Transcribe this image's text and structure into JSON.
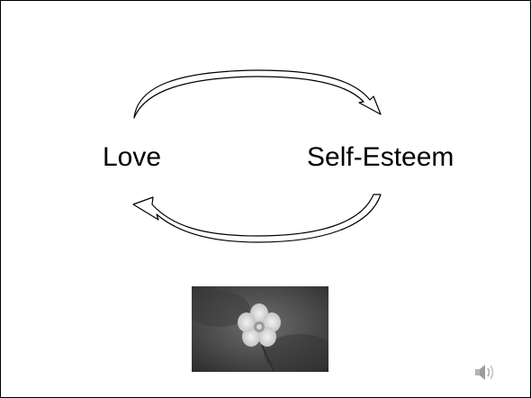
{
  "slide": {
    "left_label": "Love",
    "right_label": "Self-Esteem"
  },
  "image": {
    "subject": "flower-photo"
  },
  "audio": {
    "icon": "speaker-icon"
  },
  "colors": {
    "border": "#000000",
    "arrow_stroke": "#000000",
    "arrow_fill": "#ffffff"
  }
}
